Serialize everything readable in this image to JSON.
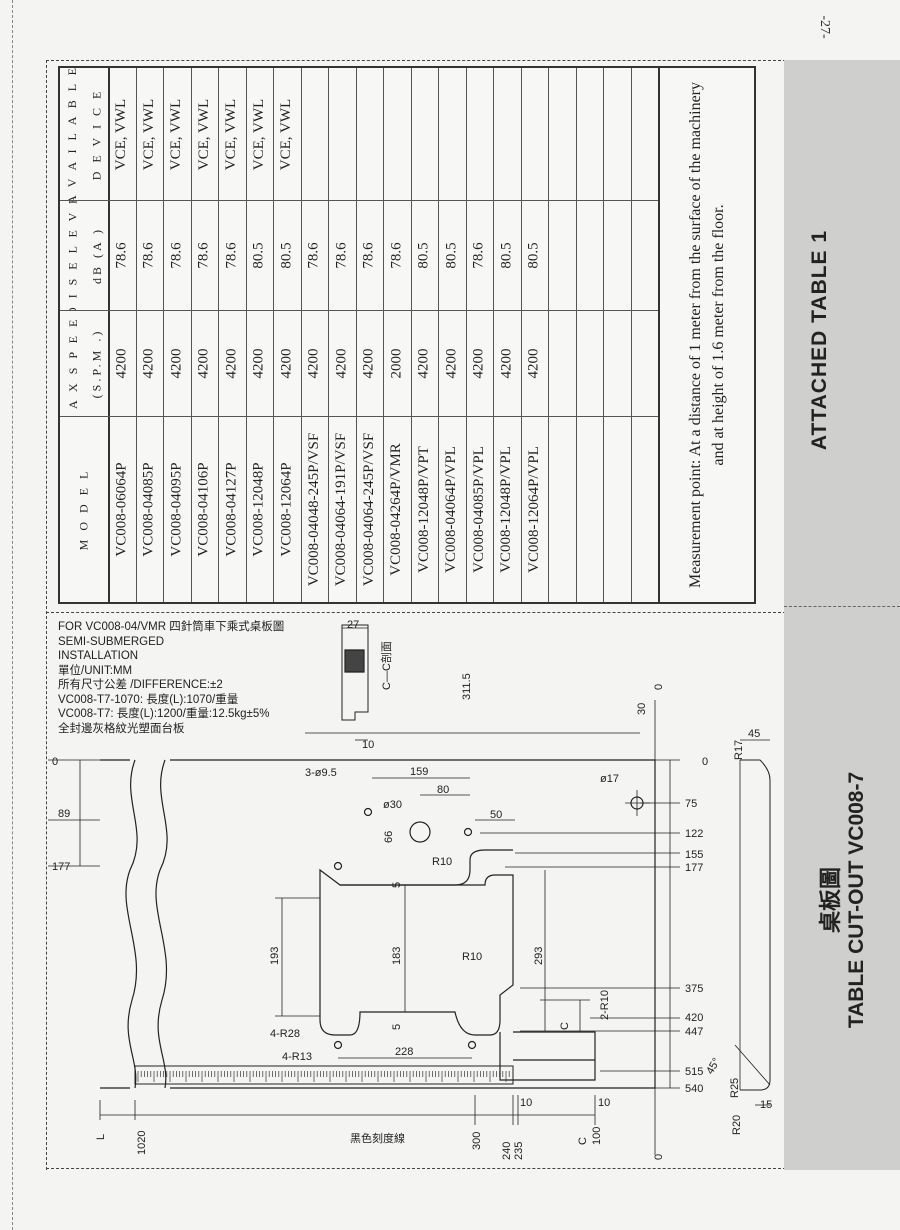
{
  "page_number": "-27-",
  "table": {
    "headers": {
      "model": "M O D E L",
      "max_speed": "M A X  S P E E D",
      "max_speed_unit": "(S.P.M .)",
      "noise_level": "N O I S E  L E V E L",
      "noise_unit": "dB (A )",
      "device": "A V A I L A B L E",
      "device2": "D E V I C E"
    },
    "rows": [
      {
        "model": "VC008-06064P",
        "speed": "4200",
        "noise": "78.6",
        "device": "VCE, VWL"
      },
      {
        "model": "VC008-04085P",
        "speed": "4200",
        "noise": "78.6",
        "device": "VCE, VWL"
      },
      {
        "model": "VC008-04095P",
        "speed": "4200",
        "noise": "78.6",
        "device": "VCE, VWL"
      },
      {
        "model": "VC008-04106P",
        "speed": "4200",
        "noise": "78.6",
        "device": "VCE, VWL"
      },
      {
        "model": "VC008-04127P",
        "speed": "4200",
        "noise": "78.6",
        "device": "VCE, VWL"
      },
      {
        "model": "VC008-12048P",
        "speed": "4200",
        "noise": "80.5",
        "device": "VCE, VWL"
      },
      {
        "model": "VC008-12064P",
        "speed": "4200",
        "noise": "80.5",
        "device": "VCE, VWL"
      },
      {
        "model": "VC008-04048-245P/VSF",
        "speed": "4200",
        "noise": "78.6",
        "device": ""
      },
      {
        "model": "VC008-04064-191P/VSF",
        "speed": "4200",
        "noise": "78.6",
        "device": ""
      },
      {
        "model": "VC008-04064-245P/VSF",
        "speed": "4200",
        "noise": "78.6",
        "device": ""
      },
      {
        "model": "VC008-04264P/VMR",
        "speed": "2000",
        "noise": "78.6",
        "device": ""
      },
      {
        "model": "VC008-12048P/VPT",
        "speed": "4200",
        "noise": "80.5",
        "device": ""
      },
      {
        "model": "VC008-04064P/VPL",
        "speed": "4200",
        "noise": "80.5",
        "device": ""
      },
      {
        "model": "VC008-04085P/VPL",
        "speed": "4200",
        "noise": "78.6",
        "device": ""
      },
      {
        "model": "VC008-12048P/VPL",
        "speed": "4200",
        "noise": "80.5",
        "device": ""
      },
      {
        "model": "VC008-12064P/VPL",
        "speed": "4200",
        "noise": "80.5",
        "device": ""
      },
      {
        "model": "",
        "speed": "",
        "noise": "",
        "device": ""
      },
      {
        "model": "",
        "speed": "",
        "noise": "",
        "device": ""
      },
      {
        "model": "",
        "speed": "",
        "noise": "",
        "device": ""
      },
      {
        "model": "",
        "speed": "",
        "noise": "",
        "device": ""
      }
    ],
    "note": "Measurement point: At a distance of 1 meter from the surface of the machinery and at height of 1.6 meter from the floor."
  },
  "attached_title": "ATTACHED TABLE 1",
  "cutout": {
    "title_zh": "桌板圖",
    "title_en": "TABLE CUT-OUT VC008-7",
    "spec": [
      "FOR  VC008-04/VMR  四針筒車下乘式桌板圖",
      "SEMI-SUBMERGED",
      "INSTALLATION",
      "單位/UNIT:MM",
      "所有尺寸公差 /DIFFERENCE:±2",
      "VC008-T7-1070: 長度(L):1070/重量",
      "VC008-T7: 長度(L):1200/重量:12.5kg±5%",
      "全封邊灰格紋光塑面台板"
    ],
    "section_label": "C—C剖面",
    "scale_label": "黑色刻度線",
    "dims": {
      "d27": "27",
      "d10a": "10",
      "d311": "311.5",
      "d30": "30",
      "d0a": "0",
      "d0b": "0",
      "d0c": "0",
      "d89": "89",
      "d177": "177",
      "d1020": "1020",
      "dL": "L",
      "holes": "3-ø9.5",
      "d159": "159",
      "d80": "80",
      "phi30": "ø30",
      "phi17": "ø17",
      "d66": "66",
      "d50": "50",
      "r10a": "R10",
      "r10b": "R10",
      "d5a": "5",
      "d5b": "5",
      "d193": "193",
      "d183": "183",
      "d293": "293",
      "r28": "4-R28",
      "r13": "4-R13",
      "d228": "228",
      "r2_10": "2-R10",
      "d75": "75",
      "d122": "122",
      "d155": "155",
      "d177r": "177",
      "d375": "375",
      "d420": "420",
      "d447": "447",
      "d515": "515",
      "d540": "540",
      "d300": "300",
      "d240": "240",
      "d235": "235",
      "d100": "100",
      "d10b": "10",
      "d10c": "10",
      "c1": "C",
      "c2": "C",
      "r17": "R17",
      "d45": "45",
      "r25": "R25",
      "ang45": "45°",
      "d15": "15",
      "r20": "R20"
    }
  }
}
